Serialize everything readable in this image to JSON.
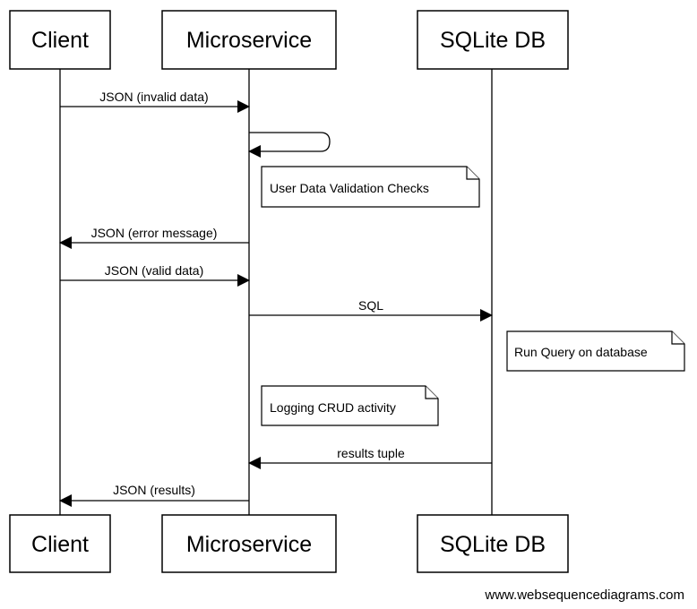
{
  "participants": [
    {
      "id": "client",
      "label": "Client"
    },
    {
      "id": "microservice",
      "label": "Microservice"
    },
    {
      "id": "sqlite",
      "label": "SQLite DB"
    }
  ],
  "messages": [
    {
      "from": "client",
      "to": "microservice",
      "label": "JSON (invalid data)"
    },
    {
      "from": "microservice",
      "to": "microservice",
      "label": ""
    },
    {
      "from": "microservice",
      "to": "client",
      "label": "JSON (error message)"
    },
    {
      "from": "client",
      "to": "microservice",
      "label": "JSON (valid data)"
    },
    {
      "from": "microservice",
      "to": "sqlite",
      "label": "SQL"
    },
    {
      "from": "sqlite",
      "to": "microservice",
      "label": "results tuple"
    },
    {
      "from": "microservice",
      "to": "client",
      "label": "JSON (results)"
    }
  ],
  "notes": [
    {
      "label": "User Data Validation Checks"
    },
    {
      "label": "Run Query on database"
    },
    {
      "label": "Logging CRUD activity"
    }
  ],
  "watermark": "www.websequencediagrams.com"
}
